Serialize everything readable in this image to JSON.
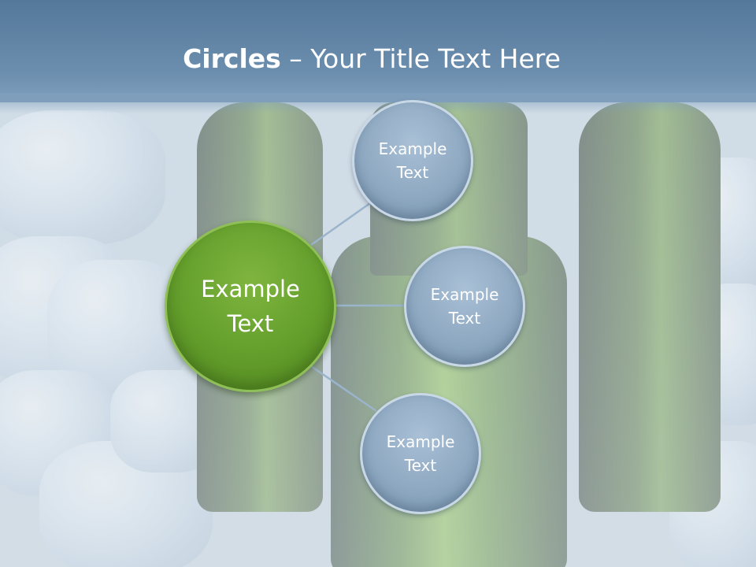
{
  "slide": {
    "title_bold": "Circles",
    "title_rest": " – Your Title Text Here",
    "center": {
      "line1": "Example",
      "line2": "Text"
    },
    "satellites": [
      {
        "line1": "Example",
        "line2": "Text"
      },
      {
        "line1": "Example",
        "line2": "Text"
      },
      {
        "line1": "Example",
        "line2": "Text"
      }
    ]
  },
  "colors": {
    "header": "#6c8eae",
    "center_circle": "#639e2b",
    "satellite_circle": "#8fa9c2",
    "connector": "#9ab4cc"
  }
}
